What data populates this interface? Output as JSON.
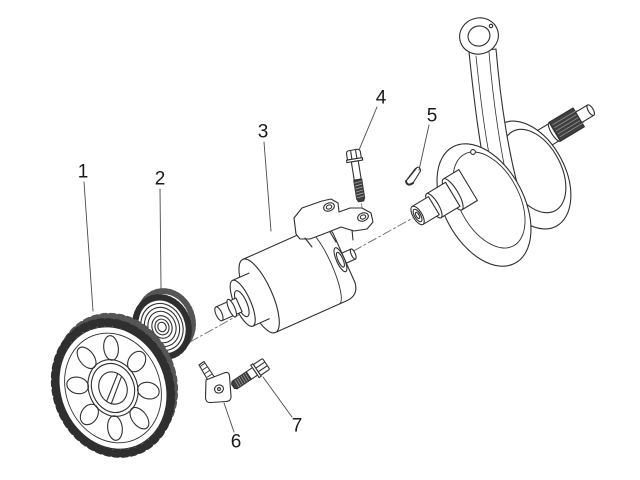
{
  "colors": {
    "background": "#ffffff",
    "line": "#2f2f2f",
    "dark_fill": "#3f3f3f",
    "label_text": "#1a1a1a"
  },
  "callouts": [
    {
      "label": "1"
    },
    {
      "label": "2"
    },
    {
      "label": "3"
    },
    {
      "label": "4"
    },
    {
      "label": "5"
    },
    {
      "label": "6"
    },
    {
      "label": "7"
    }
  ]
}
